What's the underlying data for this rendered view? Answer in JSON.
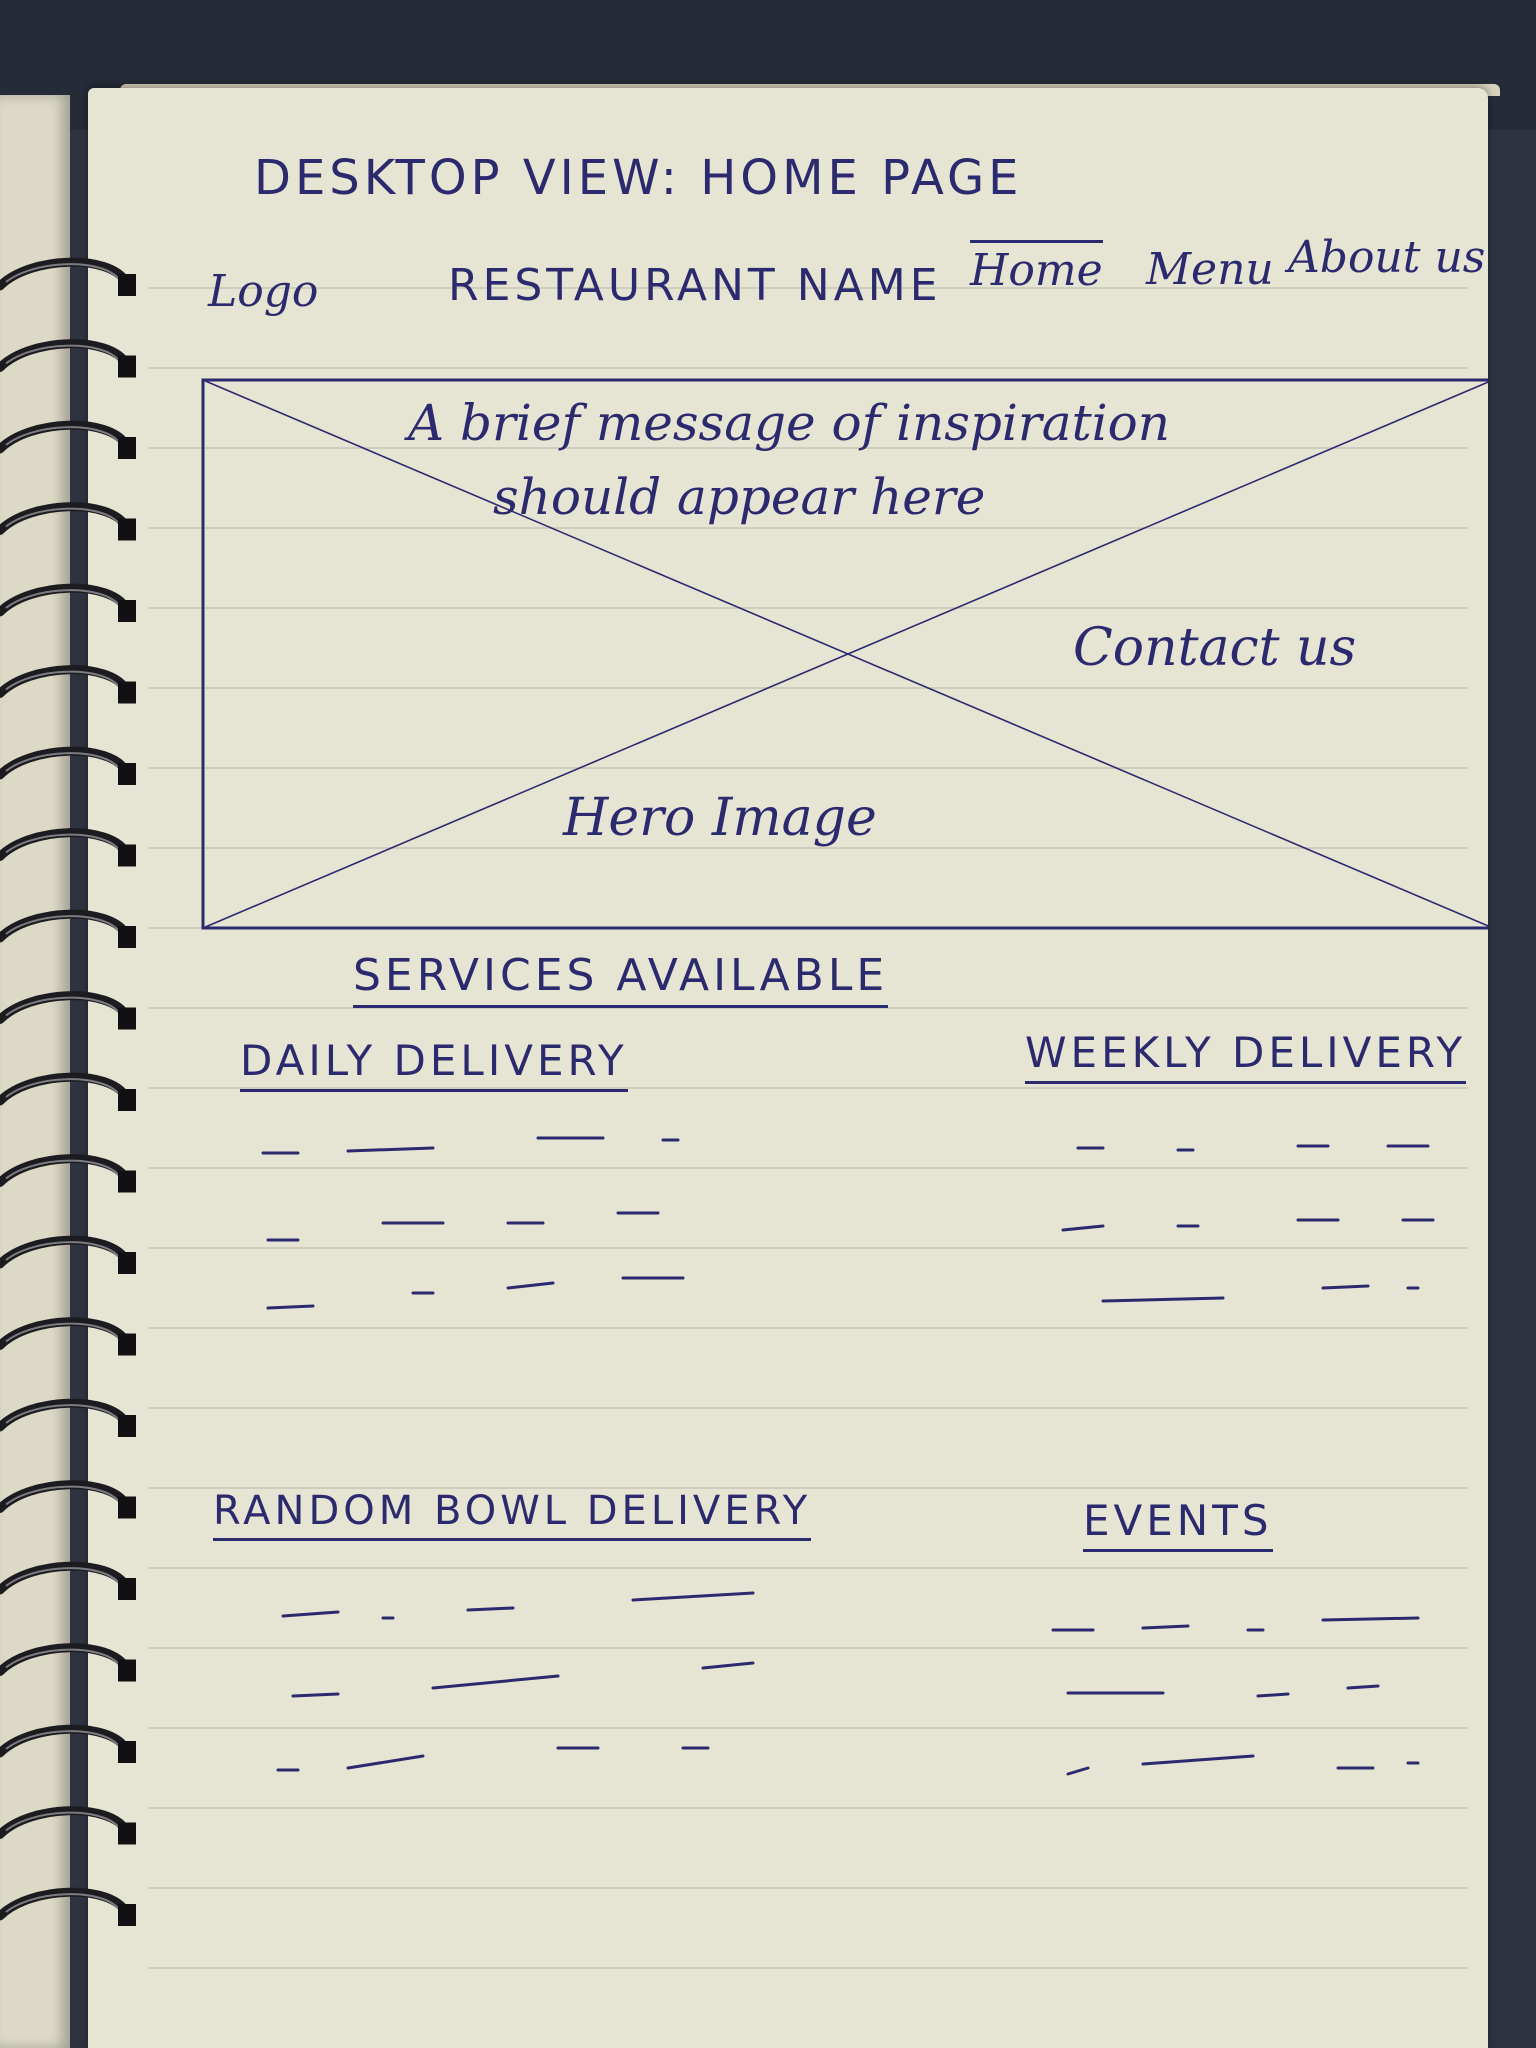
{
  "sketch": {
    "title": "DESKTOP VIEW: HOME PAGE",
    "header": {
      "logo": "Logo",
      "restaurant_name": "RESTAURANT NAME",
      "nav": [
        "Home",
        "Menu",
        "About us"
      ]
    },
    "hero": {
      "message_line1": "A brief message of inspiration",
      "message_line2": "should appear here",
      "contact": "Contact us",
      "image_label": "Hero Image"
    },
    "services": {
      "heading": "SERVICES AVAILABLE",
      "items": [
        {
          "label": "DAILY DELIVERY"
        },
        {
          "label": "WEEKLY DELIVERY"
        },
        {
          "label": "RANDOM BOWL DELIVERY"
        },
        {
          "label": "EVENTS"
        }
      ]
    }
  },
  "colors": {
    "ink": "#2c2a6e",
    "paper": "#e6e4d2",
    "backdrop": "#2e3340"
  }
}
